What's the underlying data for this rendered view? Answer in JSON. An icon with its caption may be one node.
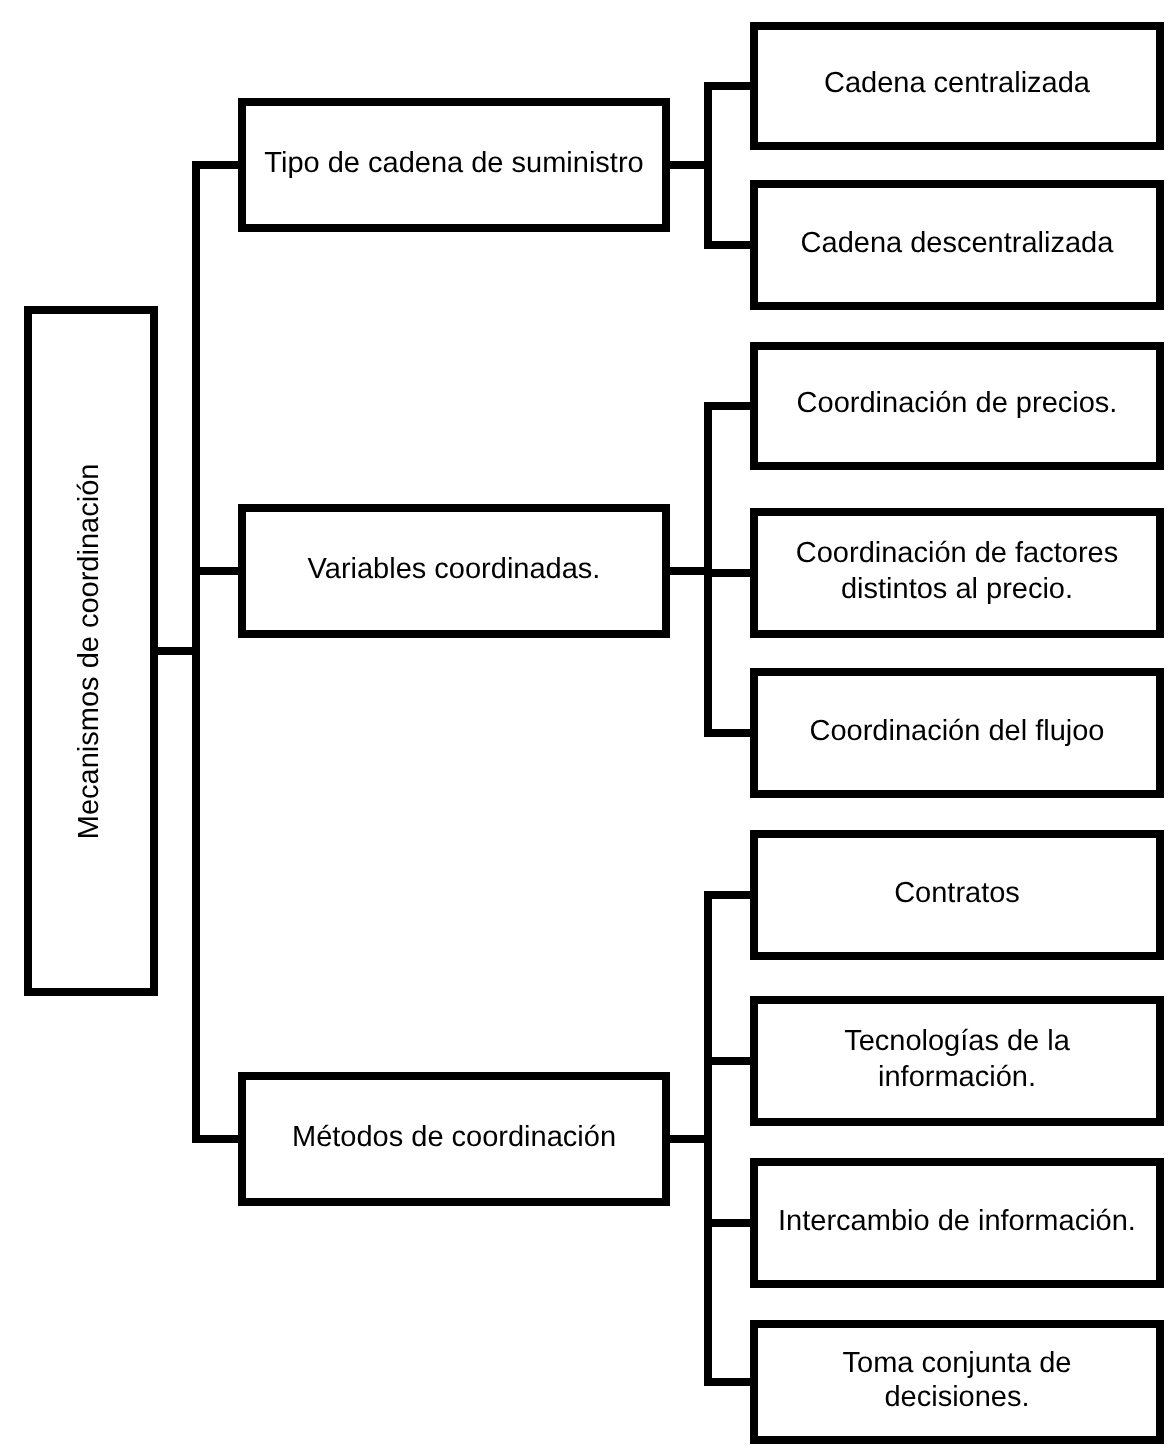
{
  "diagram": {
    "nodes": [
      {
        "text": [
          "Mecanismos de coordinación"
        ]
      },
      {
        "text": [
          "Tipo de cadena de suministro"
        ]
      },
      {
        "text": [
          "Cadena centralizada"
        ]
      },
      {
        "text": [
          "Cadena descentralizada"
        ]
      },
      {
        "text": [
          "Variables coordinadas."
        ]
      },
      {
        "text": [
          "Coordinación de precios."
        ]
      },
      {
        "text": [
          "Coordinación de factores distintos al precio."
        ]
      },
      {
        "text": [
          "Coordinación del flujoo"
        ]
      },
      {
        "text": [
          "Métodos de coordinación"
        ]
      },
      {
        "text": [
          "Contratos"
        ]
      },
      {
        "text": [
          "Tecnologías de la información."
        ]
      },
      {
        "text": [
          "Intercambio de información."
        ]
      },
      {
        "text": [
          "Toma conjunta de decisiones."
        ]
      }
    ],
    "edges": [
      {
        "from": 0,
        "to": 1,
        "arrow": "none"
      },
      {
        "from": 0,
        "to": 4,
        "arrow": "none"
      },
      {
        "from": 0,
        "to": 8,
        "arrow": "none"
      },
      {
        "from": 1,
        "to": 2,
        "arrow": "none"
      },
      {
        "from": 1,
        "to": 3,
        "arrow": "none"
      },
      {
        "from": 4,
        "to": 5,
        "arrow": "none"
      },
      {
        "from": 4,
        "to": 6,
        "arrow": "none"
      },
      {
        "from": 4,
        "to": 7,
        "arrow": "none"
      },
      {
        "from": 8,
        "to": 9,
        "arrow": "none"
      },
      {
        "from": 8,
        "to": 10,
        "arrow": "none"
      },
      {
        "from": 8,
        "to": 11,
        "arrow": "none"
      },
      {
        "from": 8,
        "to": 12,
        "arrow": "none"
      }
    ]
  }
}
